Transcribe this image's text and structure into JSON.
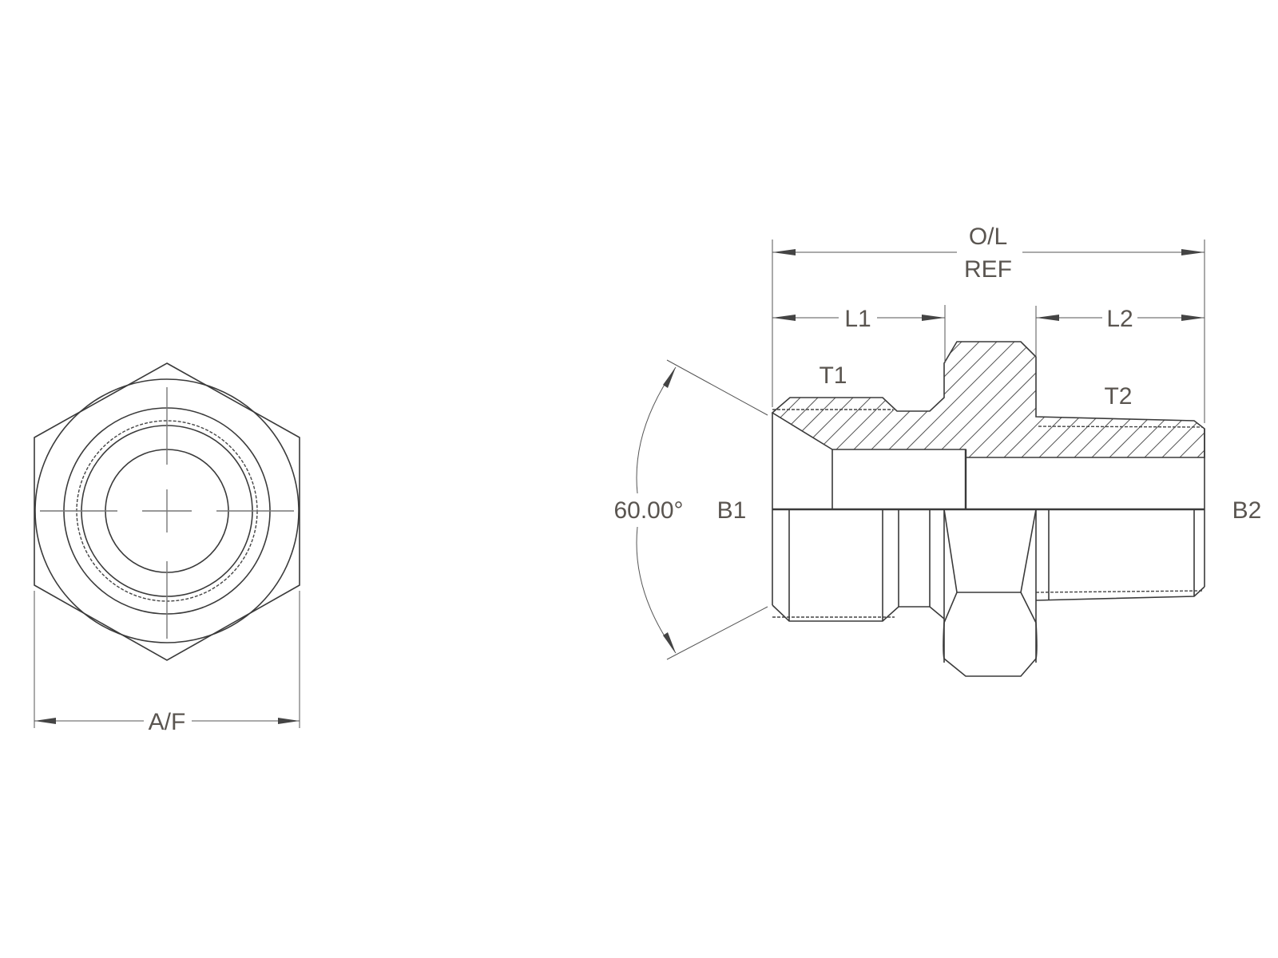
{
  "front_view": {
    "dim_af": "A/F"
  },
  "side_view": {
    "dim_overall_line1": "O/L",
    "dim_overall_line2": "REF",
    "dim_l1": "L1",
    "dim_l2": "L2",
    "thread_t1": "T1",
    "thread_t2": "T2",
    "bore_b1": "B1",
    "bore_b2": "B2",
    "angle": "60.00°"
  }
}
